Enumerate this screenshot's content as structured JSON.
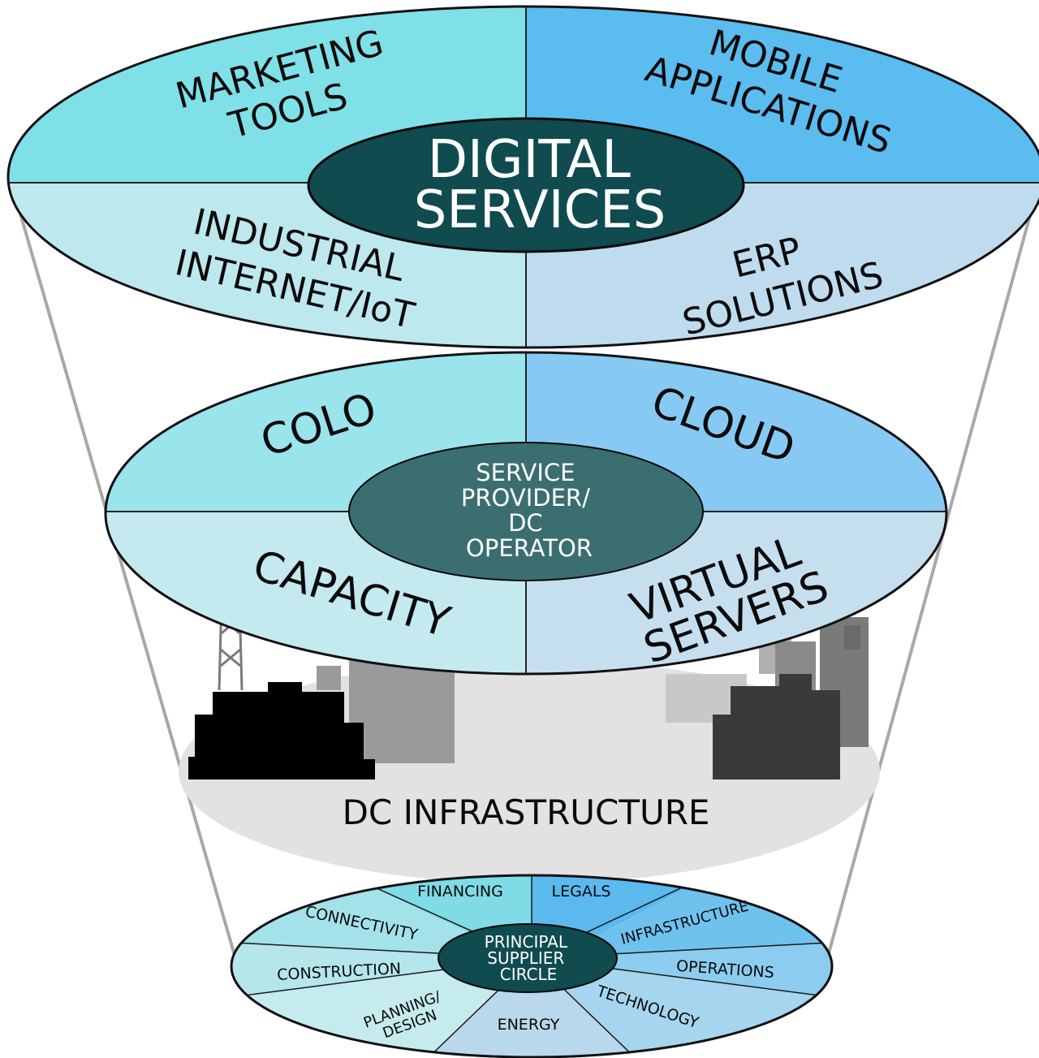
{
  "digital_services": {
    "center": [
      "DIGITAL",
      "SERVICES"
    ],
    "marketing_tools": [
      "MARKETING",
      "TOOLS"
    ],
    "mobile_applications": [
      "MOBILE",
      "APPLICATIONS"
    ],
    "industrial_internet": [
      "INDUSTRIAL",
      "INTERNET/IoT"
    ],
    "erp_solutions": [
      "ERP",
      "SOLUTIONS"
    ]
  },
  "service_provider": {
    "center": [
      "SERVICE",
      "PROVIDER/",
      "DC",
      "OPERATOR"
    ],
    "colo": "COLO",
    "cloud": "CLOUD",
    "capacity": "CAPACITY",
    "virtual_servers": [
      "VIRTUAL",
      "SERVERS"
    ]
  },
  "dc_infrastructure": {
    "label": "DC INFRASTRUCTURE"
  },
  "supplier_circle": {
    "center": [
      "PRINCIPAL",
      "SUPPLIER",
      "CIRCLE"
    ],
    "financing": "FINANCING",
    "legals": "LEGALS",
    "connectivity": "CONNECTIVITY",
    "infrastructure": "INFRASTRUCTURE",
    "construction": "CONSTRUCTION",
    "operations": "OPERATIONS",
    "planning_design": [
      "PLANNING/",
      "DESIGN"
    ],
    "technology": "TECHNOLOGY",
    "energy": "ENERGY"
  },
  "colors": {
    "center_dark": "#0f4b4f",
    "center_mid": "#3a6e70",
    "cyan_light": "#7fe0e8",
    "blue": "#5bbcf0",
    "pale_cyan": "#bde8ee",
    "pale_blue": "#bfdcee",
    "funnel_grey": "#e2e2e2"
  }
}
